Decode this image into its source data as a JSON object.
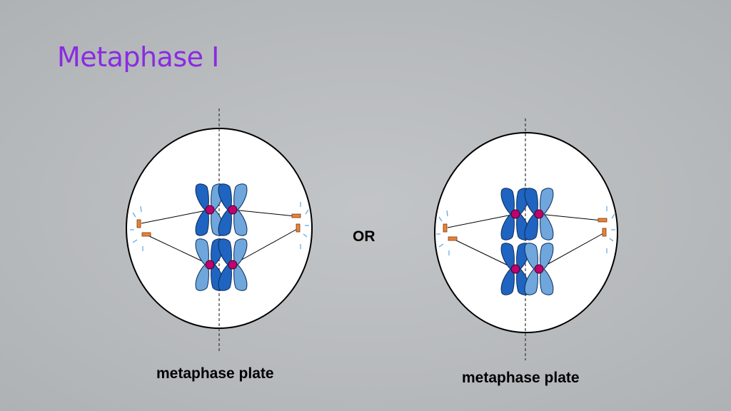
{
  "title": "Metaphase I",
  "or_label": "OR",
  "captions": [
    "metaphase plate",
    "metaphase plate"
  ],
  "colors": {
    "title": "#8a2be2",
    "chromatid_dark": "#1f64c0",
    "chromatid_light": "#6fa6dc",
    "centromere": "#c0006e",
    "centrosome": "#e8823a",
    "aster": "#5aa6e6",
    "cell_fill": "#ffffff"
  }
}
